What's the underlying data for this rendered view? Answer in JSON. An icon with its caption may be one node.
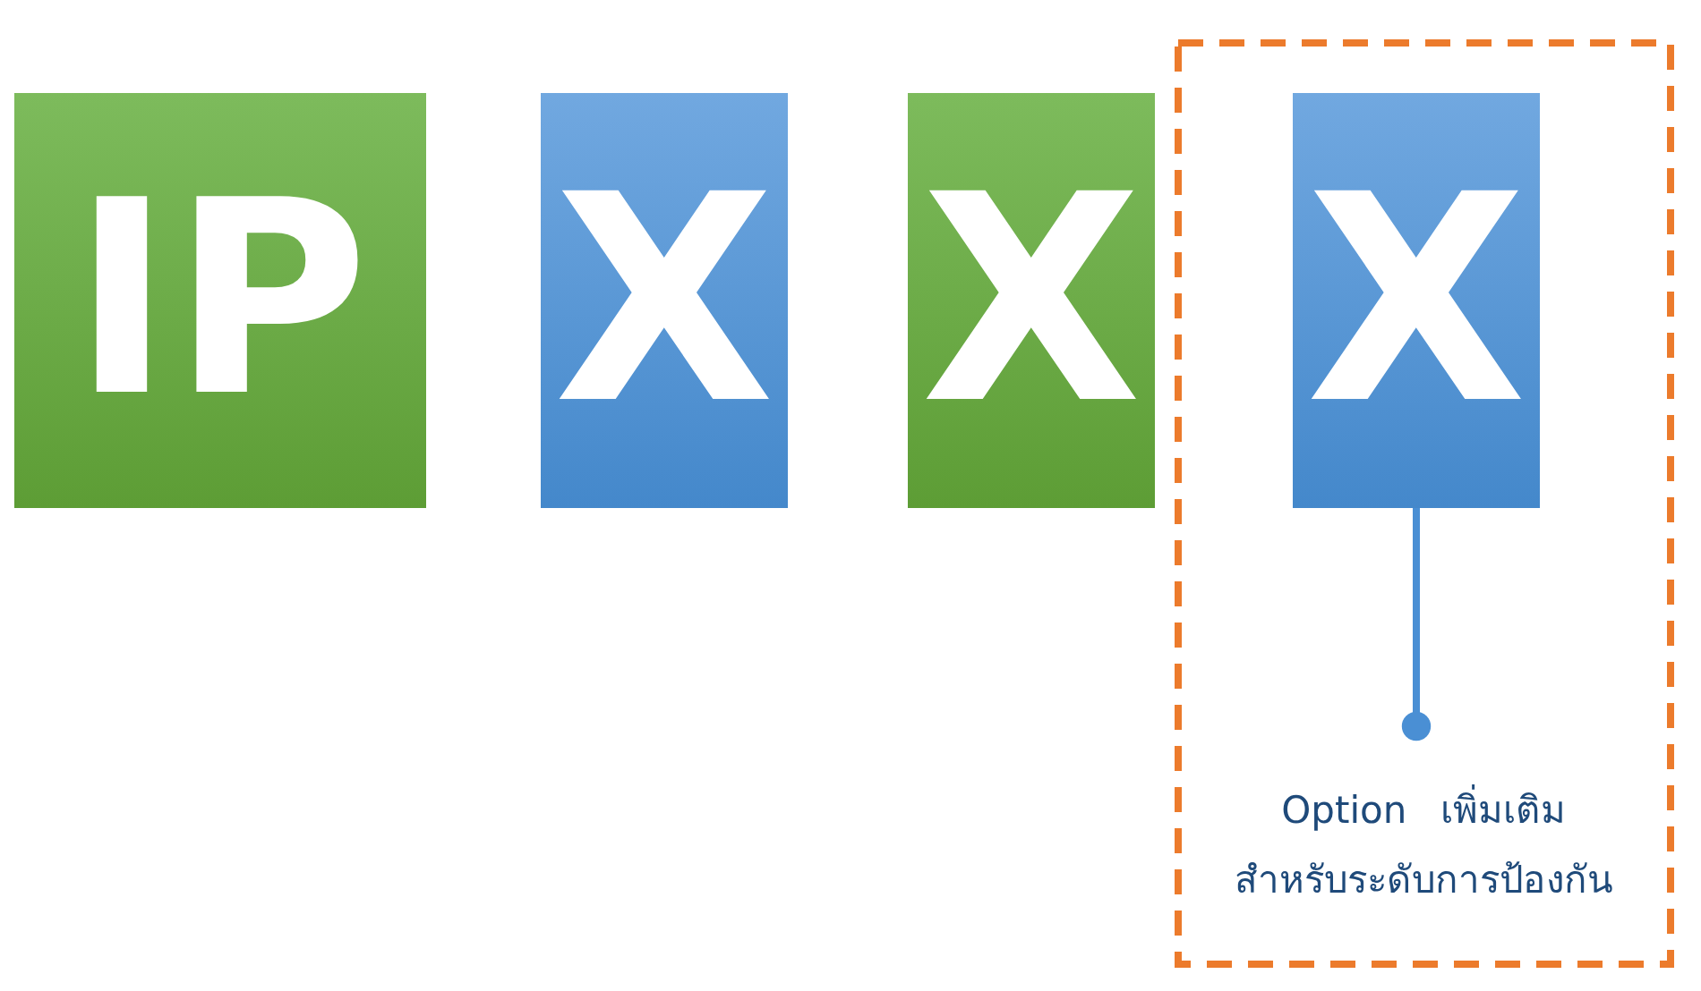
{
  "diagram": {
    "nodes": [
      {
        "text": [
          "IP"
        ]
      },
      {
        "text": [
          "X"
        ]
      },
      {
        "text": [
          "X"
        ]
      },
      {
        "text": [],
        "shape": "box"
      },
      {
        "text": [
          "X"
        ],
        "in": 3
      },
      {
        "text": [
          "Option เพิ่มเติม สำหรับระดับการป้องกัน"
        ],
        "in": 3
      }
    ],
    "edges": [
      {
        "from": 4,
        "to": 5,
        "arrow": "other"
      }
    ]
  }
}
